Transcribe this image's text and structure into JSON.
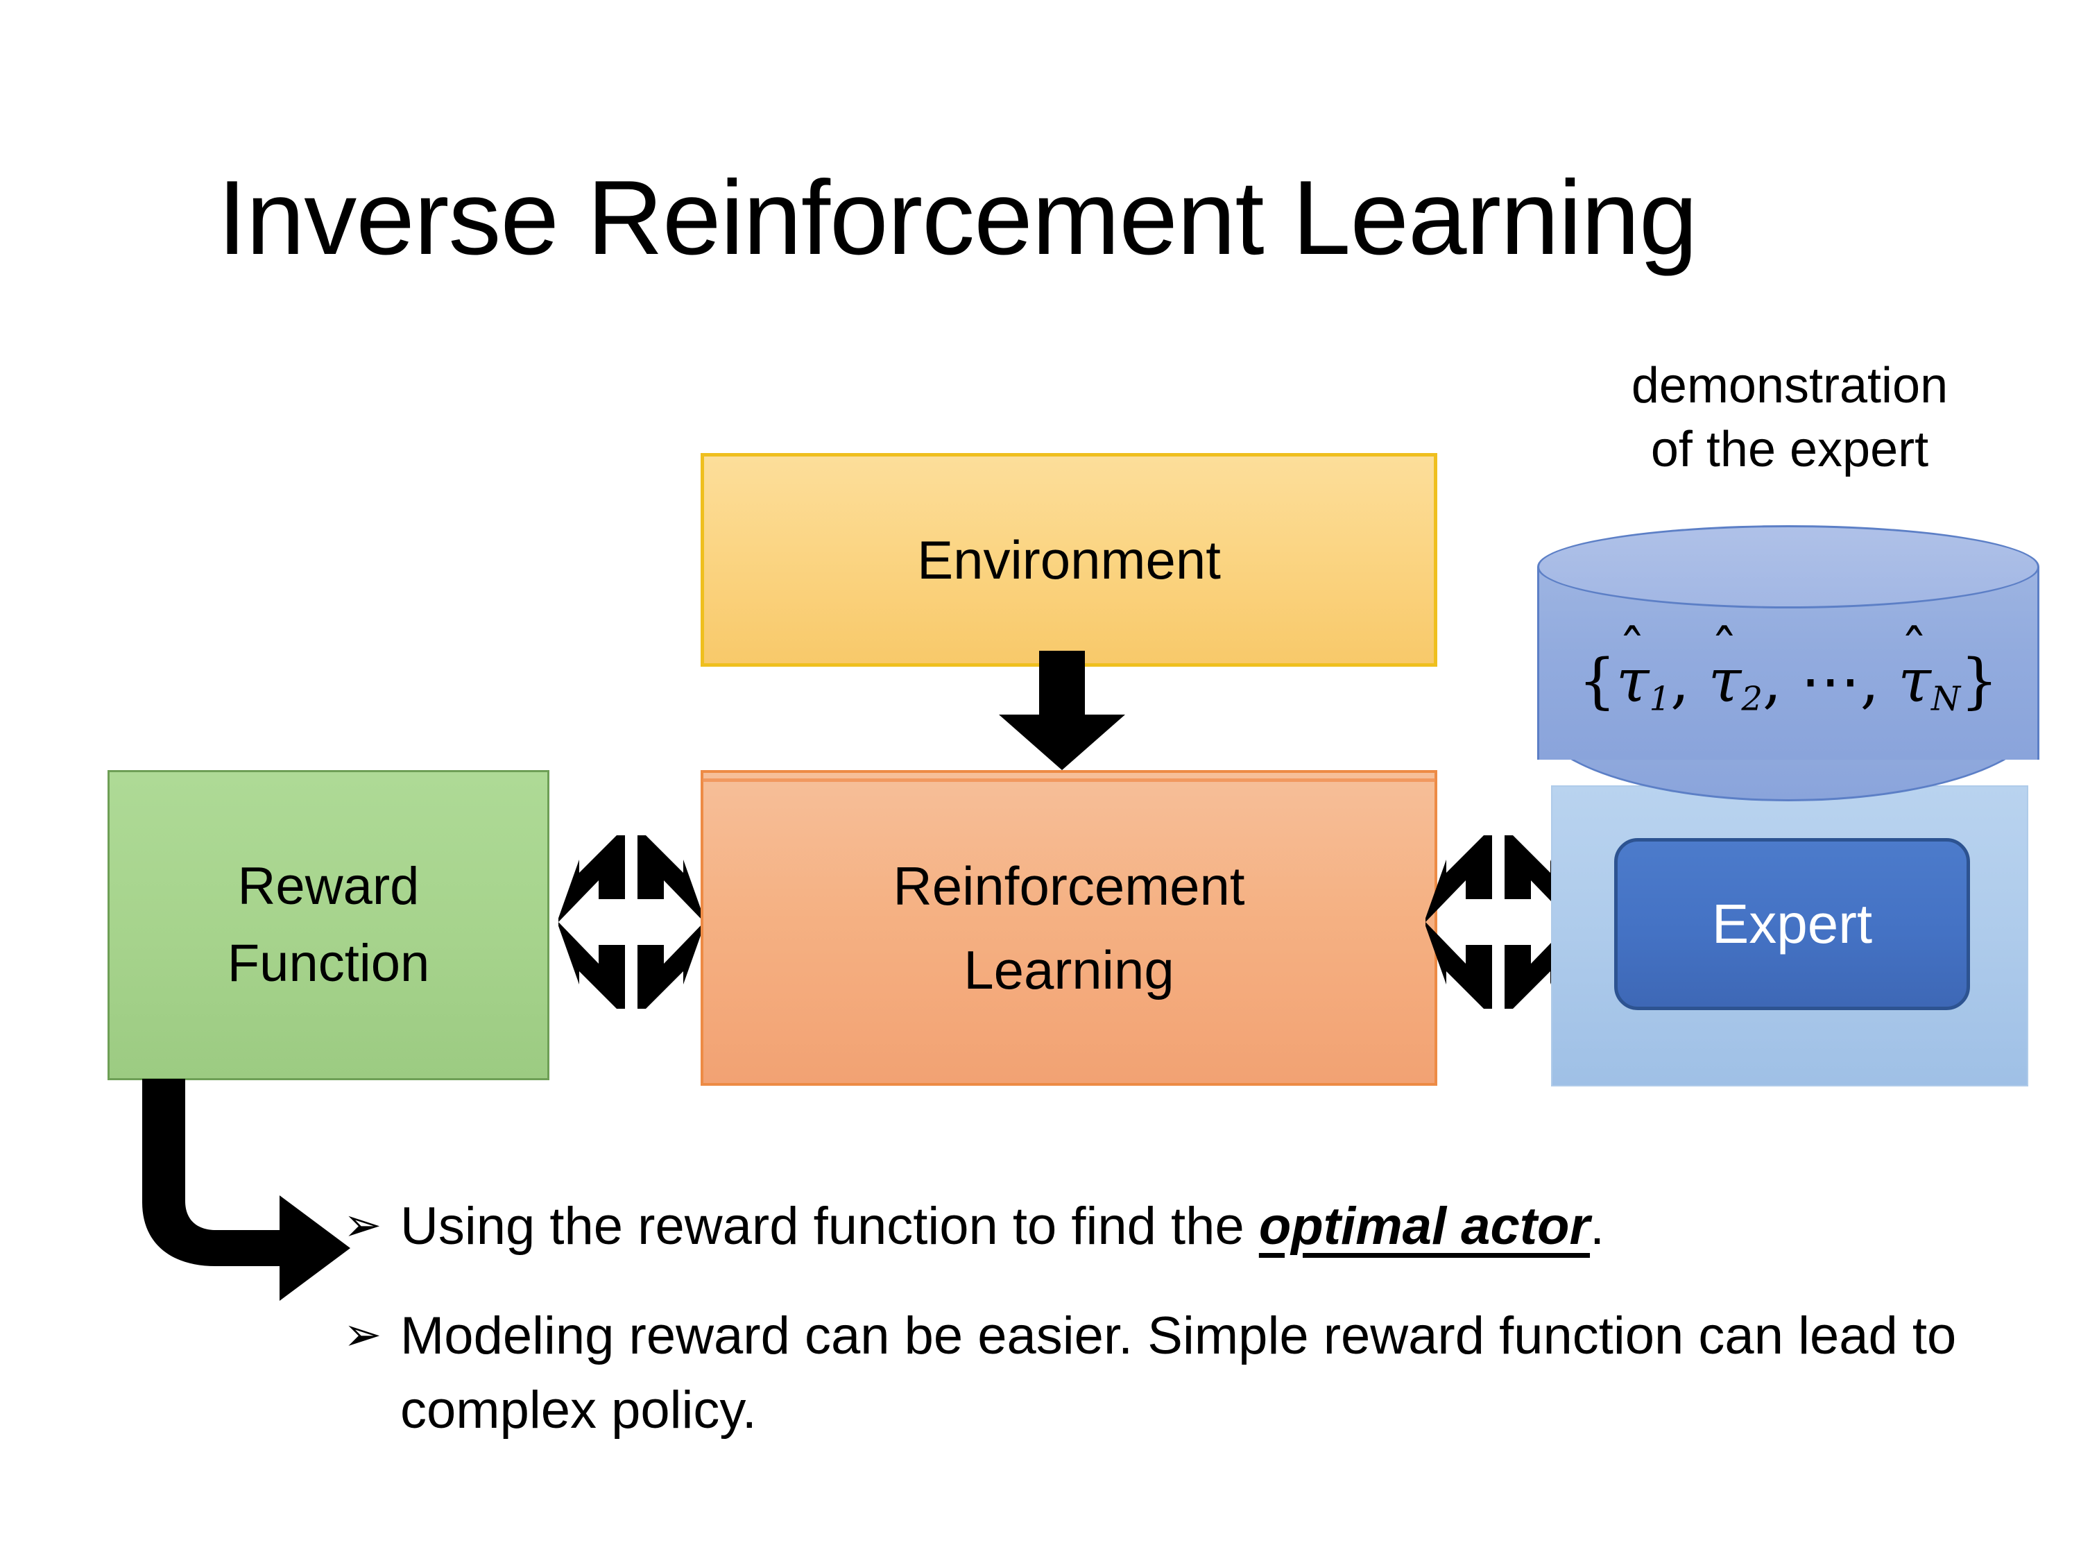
{
  "slide": {
    "title": "Inverse Reinforcement Learning",
    "background_color": "#FFFFFF"
  },
  "diagram": {
    "environment_box": {
      "label": "Environment",
      "fill_color": "#FAD584",
      "border_color": "#EFBF1E"
    },
    "reward_box": {
      "label_line1": "Reward",
      "label_line2": "Function",
      "fill_color": "#A9D18E",
      "border_color": "#6E9F56"
    },
    "rl_box": {
      "label_line1": "Reinforcement",
      "label_line2": "Learning",
      "fill_color": "#F4B183",
      "border_color": "#ED8B45"
    },
    "expert_group": {
      "caption_line1": "demonstration",
      "caption_line2": "of the expert",
      "panel_color": "#AECBEB",
      "cylinder_color": "#92ABDE",
      "cylinder_formula": {
        "open_brace": "{",
        "terms": [
          {
            "symbol": "τ",
            "hat": true,
            "subscript": "1"
          },
          {
            "symbol": "τ",
            "hat": true,
            "subscript": "2"
          },
          {
            "symbol": "⋯",
            "hat": false,
            "subscript": ""
          },
          {
            "symbol": "τ",
            "hat": true,
            "subscript": "N"
          }
        ],
        "separator": ",",
        "close_brace": "}",
        "plain_text": "{τ̂1, τ̂2, ⋯, τ̂N}"
      },
      "expert_chip": {
        "label": "Expert",
        "fill_color": "#4472C4",
        "border_color": "#2D5391",
        "text_color": "#FFFFFF"
      }
    },
    "arrows": [
      {
        "name": "environment-to-rl",
        "kind": "down-arrow",
        "color": "#000000"
      },
      {
        "name": "reward-rl-bidirectional",
        "kind": "quad-arrow",
        "color": "#000000"
      },
      {
        "name": "rl-expert-bidirectional",
        "kind": "quad-arrow",
        "color": "#000000"
      },
      {
        "name": "reward-to-bullets",
        "kind": "elbow-arrow",
        "color": "#000000"
      }
    ]
  },
  "bullets": [
    {
      "marker": "➢",
      "text_before": "Using the reward function to find the ",
      "emphasis": "optimal actor",
      "text_after": "."
    },
    {
      "marker": "➢",
      "text_before": "Modeling reward can be easier. Simple reward function can lead to complex policy.",
      "emphasis": "",
      "text_after": ""
    }
  ]
}
